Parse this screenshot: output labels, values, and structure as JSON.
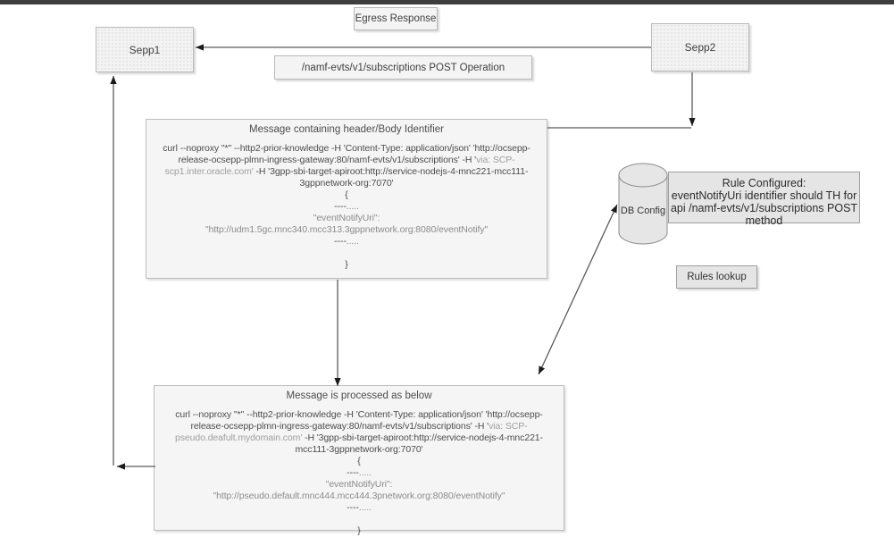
{
  "nodes": {
    "egress_response": {
      "label": "Egress Response"
    },
    "sepp1": {
      "label": "Sepp1"
    },
    "sepp2": {
      "label": "Sepp2"
    },
    "post_operation": {
      "label": "/namf-evts/v1/subscriptions POST Operation"
    },
    "db_config": {
      "label": "DB Config"
    },
    "rules_lookup": {
      "label": "Rules lookup"
    },
    "rule_configured": {
      "title": "Rule Configured:",
      "line1": "eventNotifyUri identifier should TH for",
      "line2": "api /namf-evts/v1/subscriptions POST",
      "line3": "method"
    },
    "message1": {
      "title": "Message containing header/Body Identifier",
      "lines": [
        [
          {
            "t": "curl --noproxy \"*\" --http2-prior-knowledge -H 'Content-Type: application/json' 'http://ocsepp-",
            "c": "d"
          }
        ],
        [
          {
            "t": "release-ocsepp-plmn-ingress-gateway:80/namf-evts/v1/subscriptions'  -H '",
            "c": "d"
          },
          {
            "t": "via: SCP-",
            "c": "g"
          }
        ],
        [
          {
            "t": "scp1.inter.oracle.com'",
            "c": "g"
          },
          {
            "t": " -H '3gpp-sbi-target-apiroot:http://service-nodejs-4-mnc221-mcc111-",
            "c": "d"
          }
        ],
        [
          {
            "t": "3gppnetwork-org:7070'",
            "c": "d"
          }
        ],
        [
          {
            "t": "{",
            "c": "d"
          }
        ],
        [
          {
            "t": "----",
            "c": "d"
          },
          {
            "t": ".....",
            "c": "b"
          }
        ],
        [
          {
            "t": "\"eventNotifyUri\":",
            "c": "b"
          }
        ],
        [
          {
            "t": "\"http://udm1.5gc.mnc340.mcc313.3gppnetwork.org:8080/eventNotify\"",
            "c": "b"
          }
        ],
        [
          {
            "t": "----",
            "c": "d"
          },
          {
            "t": ".....",
            "c": "b"
          }
        ],
        [],
        [
          {
            "t": "}",
            "c": "d"
          }
        ]
      ]
    },
    "message2": {
      "title": "Message is processed as below",
      "lines": [
        [
          {
            "t": "curl --noproxy \"*\" --http2-prior-knowledge -H 'Content-Type: application/json' 'http://ocsepp-",
            "c": "d"
          }
        ],
        [
          {
            "t": "release-ocsepp-plmn-ingress-gateway:80/namf-evts/v1/subscriptions'  -H '",
            "c": "d"
          },
          {
            "t": "via: SCP-",
            "c": "g"
          }
        ],
        [
          {
            "t": "pseudo.deafult.mydomain.com'",
            "c": "g"
          },
          {
            "t": " -H '3gpp-sbi-target-apiroot:http://service-nodejs-4-mnc221-",
            "c": "d"
          }
        ],
        [
          {
            "t": "mcc111-3gppnetwork-org:7070'",
            "c": "d"
          }
        ],
        [
          {
            "t": "{",
            "c": "d"
          }
        ],
        [
          {
            "t": "----",
            "c": "d"
          },
          {
            "t": ".....",
            "c": "b"
          }
        ],
        [
          {
            "t": "\"eventNotifyUri\":",
            "c": "b"
          }
        ],
        [
          {
            "t": "\"http://pseudo.default.mnc444.mcc444.3pnetwork.org:8080/eventNotify\"",
            "c": "b"
          }
        ],
        [
          {
            "t": "----",
            "c": "d"
          },
          {
            "t": ".....",
            "c": "b"
          }
        ],
        [],
        [
          {
            "t": "}",
            "c": "d"
          }
        ]
      ]
    }
  },
  "colors": {
    "top_bar": "#3e3e3e",
    "box_fill": "#f4f4f4",
    "gray_fill": "#e5e5e5",
    "curl_dark": "#4d4d4d",
    "curl_gray": "#9e9e9e",
    "body_gray": "#8c8c8c"
  }
}
